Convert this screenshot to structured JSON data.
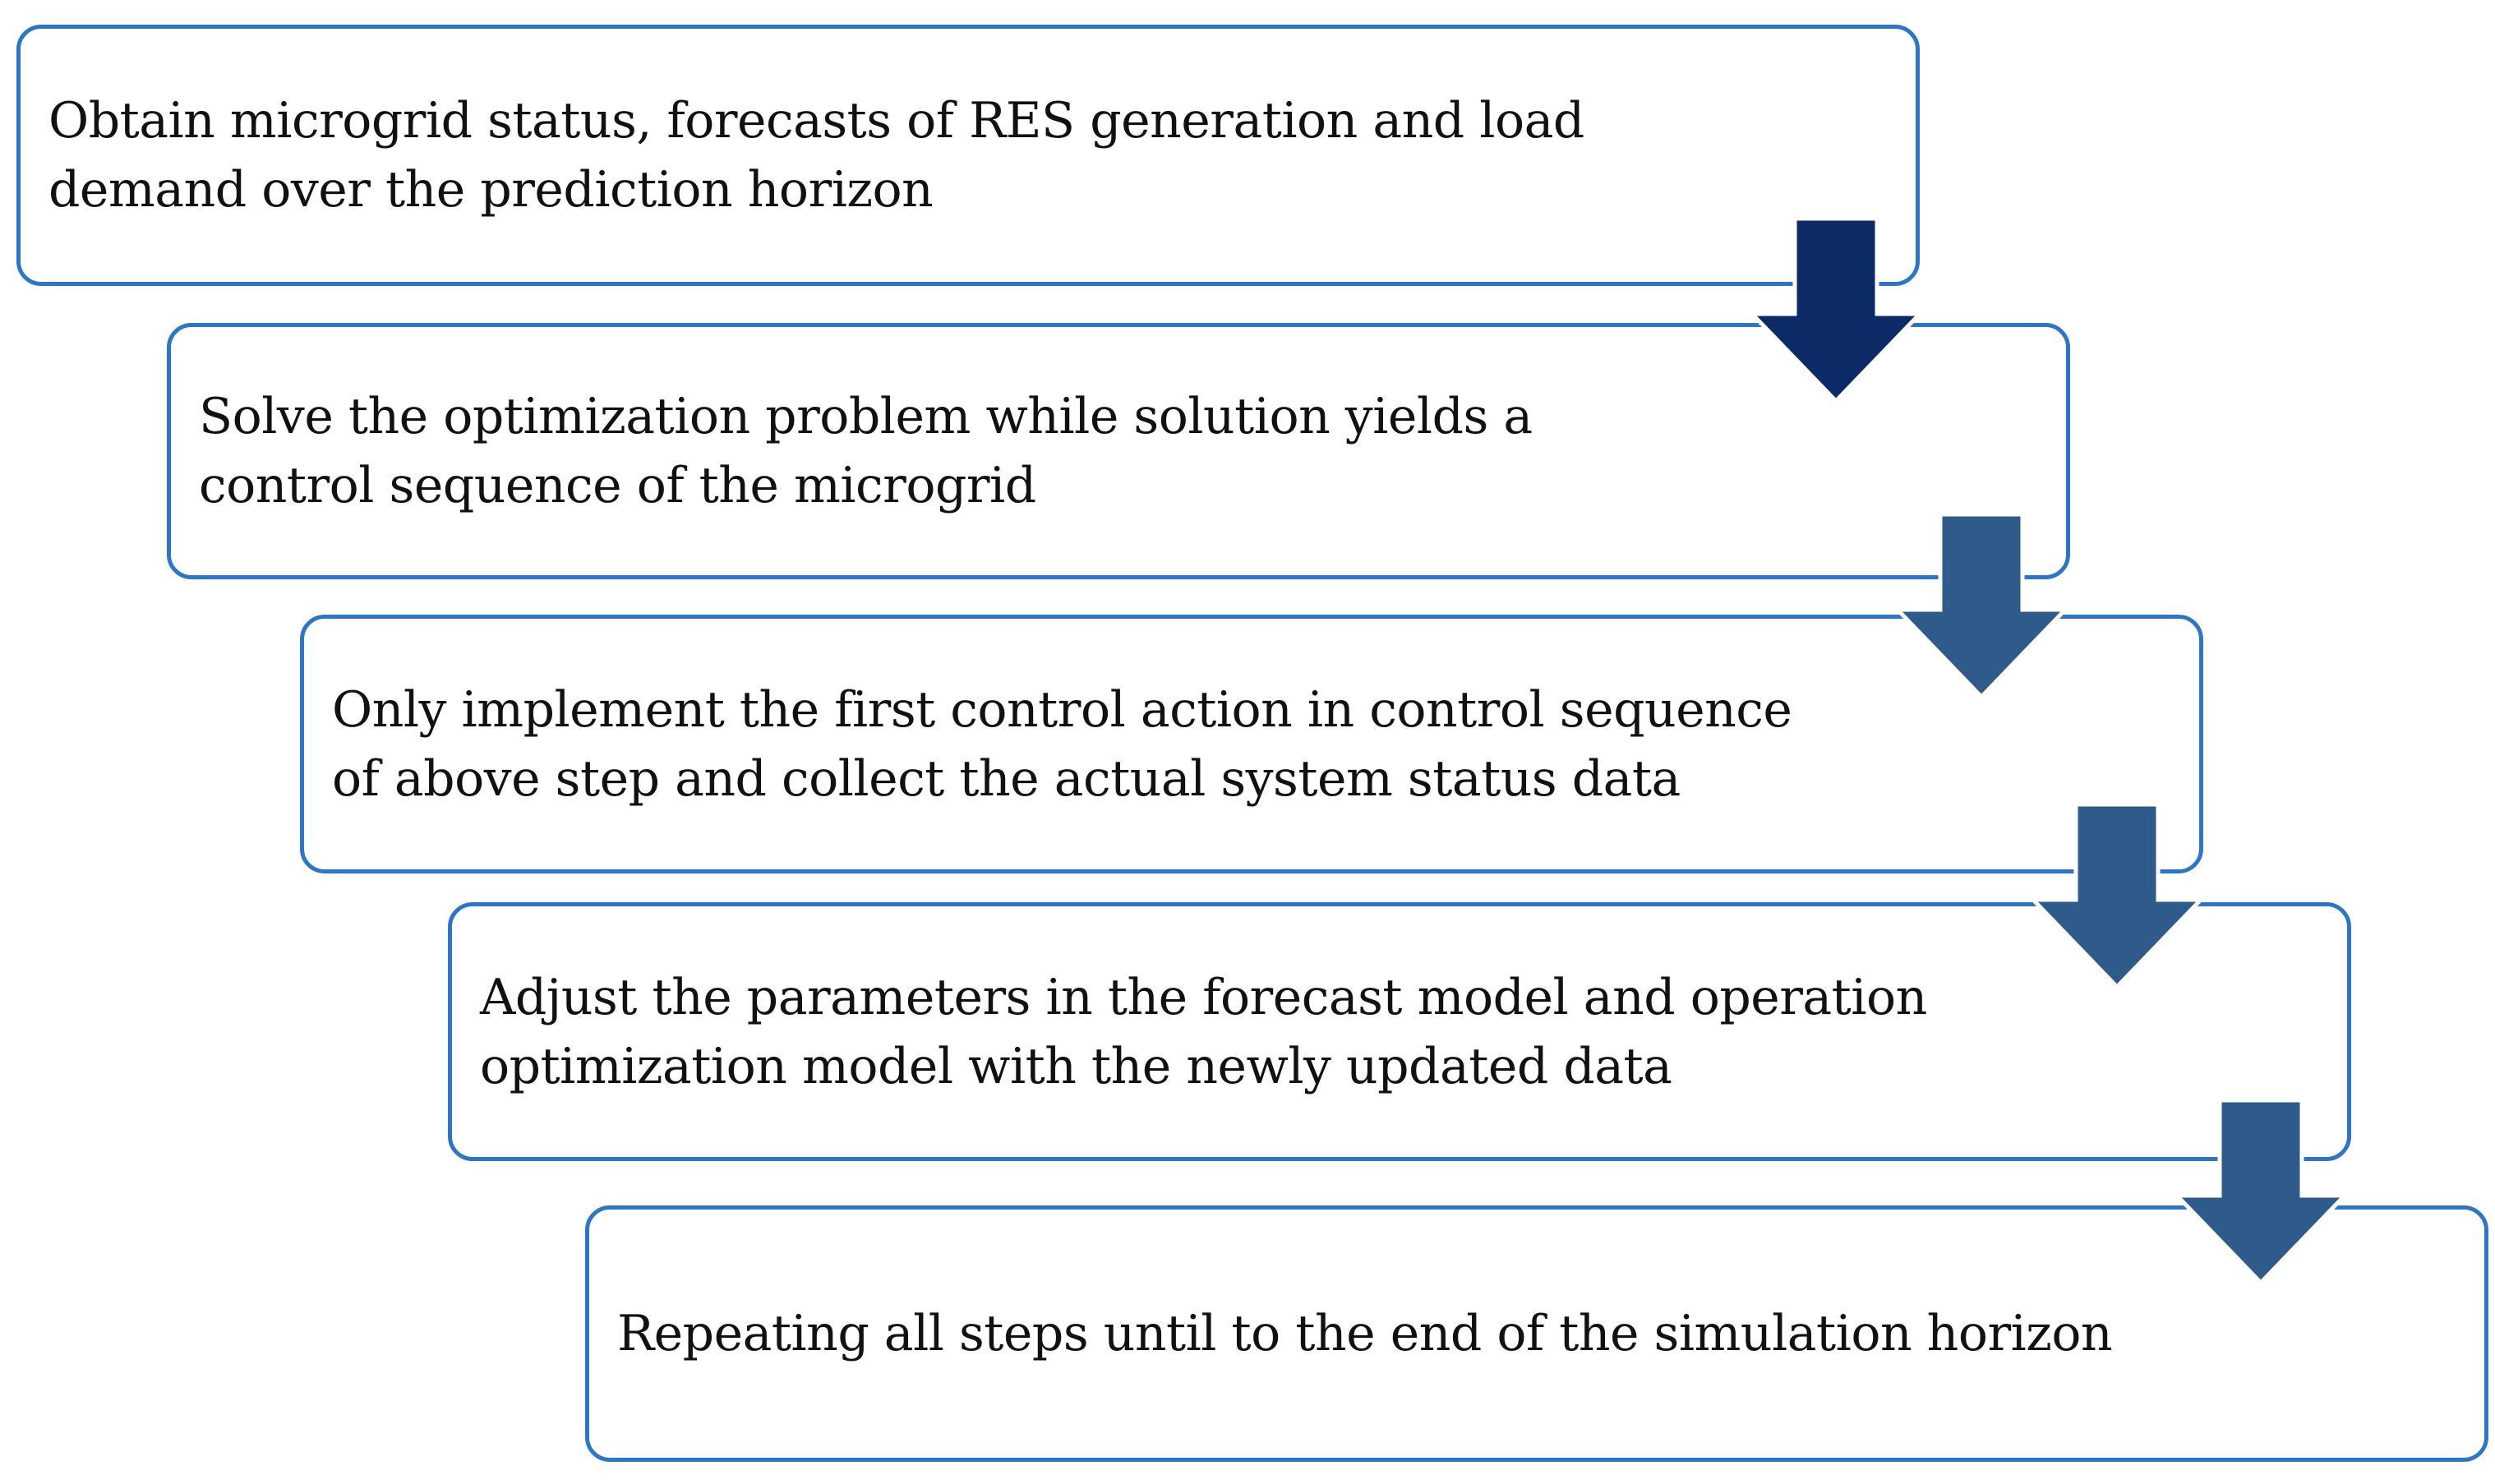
{
  "steps": [
    {
      "text": "Obtain microgrid status, forecasts of RES generation and load\ndemand over the prediction horizon"
    },
    {
      "text": "Solve the optimization problem while solution yields a\ncontrol sequence of the microgrid"
    },
    {
      "text": "Only implement the first control action in control sequence\nof above step and collect the actual system status data"
    },
    {
      "text": "Adjust the parameters in the forecast model and operation\noptimization model with the newly updated data"
    },
    {
      "text": "Repeating all steps until to the end of the simulation horizon"
    }
  ],
  "colors": {
    "box_border": "#2e75c4",
    "arrow_primary": "#0b2a66",
    "arrow_secondary": "#2f5b8a",
    "arrow_outline": "#ffffff"
  },
  "icons": {
    "arrow": "down-arrow-icon"
  }
}
